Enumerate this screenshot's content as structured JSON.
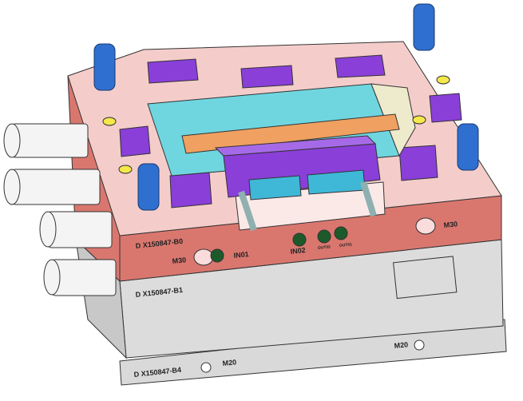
{
  "labels": {
    "plate_b0": "D  X150847-B0",
    "plate_b1": "D  X150847-B1",
    "plate_b4": "D  X150847-B4",
    "m30_left": "M30",
    "m30_right": "M30",
    "m20_left": "M20",
    "m20_right": "M20",
    "in01": "IN01",
    "in02": "IN02",
    "out02": "OUT02",
    "out01": "OUT01"
  },
  "colors": {
    "top_surface": "#f4cdca",
    "red_plate": "#d9776f",
    "gray_plate": "#d9d9d9",
    "purple": "#8a3fd9",
    "cyan": "#6fd6e0",
    "orange": "#f0a060",
    "blue_post": "#2f6fd0",
    "yellow": "#f5e84a"
  }
}
